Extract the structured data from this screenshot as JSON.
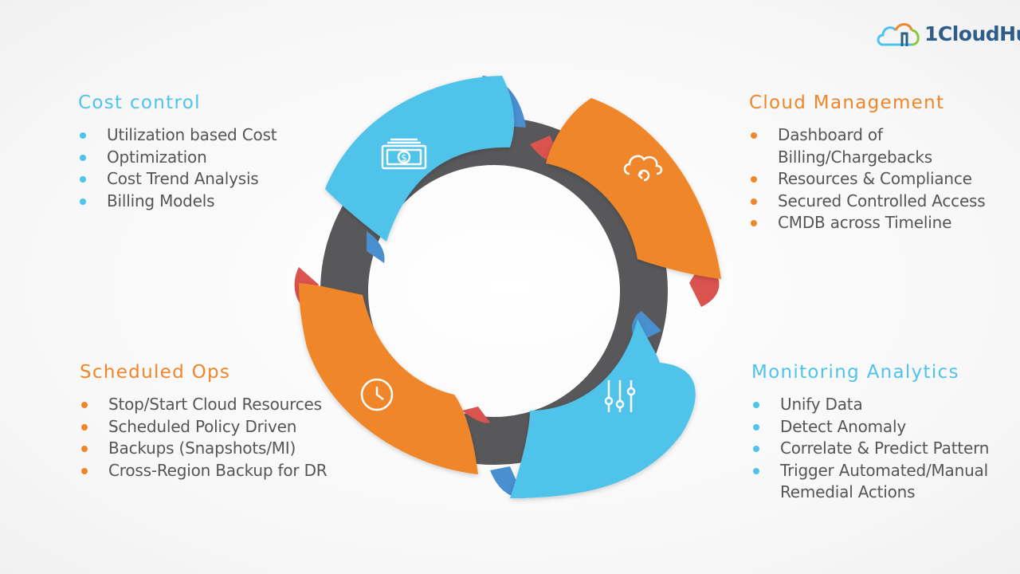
{
  "logo": {
    "text": "1CloudHu",
    "icon": "cloud-logo-icon"
  },
  "colors": {
    "blue": "#4fc3ea",
    "orange": "#f0862a",
    "dark": "#58585a",
    "text": "#555555"
  },
  "sections": {
    "cost": {
      "title": "Cost control",
      "items": [
        "Utilization based Cost",
        "Optimization",
        "Cost Trend Analysis",
        "Billing Models"
      ]
    },
    "cloud": {
      "title": "Cloud Management",
      "items": [
        "Dashboard of",
        "Billing/Chargebacks",
        "Resources & Compliance",
        "Secured Controlled Access",
        "CMDB across Timeline"
      ]
    },
    "sched": {
      "title": "Scheduled Ops",
      "items": [
        "Stop/Start Cloud Resources",
        "Scheduled Policy Driven",
        "Backups (Snapshots/MI)",
        "Cross-Region Backup for DR"
      ]
    },
    "mon": {
      "title": "Monitoring Analytics",
      "items": [
        "Unify Data",
        "Detect Anomaly",
        "Correlate & Predict Pattern",
        "Trigger Automated/Manual",
        "Remedial Actions"
      ]
    }
  },
  "wheel_icons": [
    "money-icon",
    "cloud-sync-icon",
    "clock-icon",
    "sliders-icon"
  ]
}
